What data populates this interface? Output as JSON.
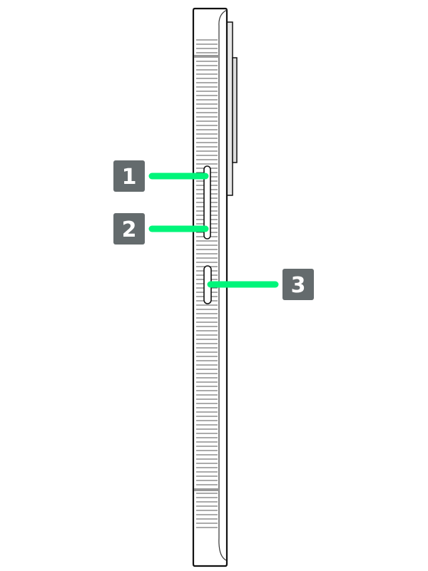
{
  "diagram": {
    "subject": "phone-side-view",
    "callouts": [
      {
        "number": "1"
      },
      {
        "number": "2"
      },
      {
        "number": "3"
      }
    ],
    "colors": {
      "callout_box": "#646b6d",
      "leader_line": "#00f57a",
      "outline": "#111111",
      "stripe": "#555555"
    }
  }
}
